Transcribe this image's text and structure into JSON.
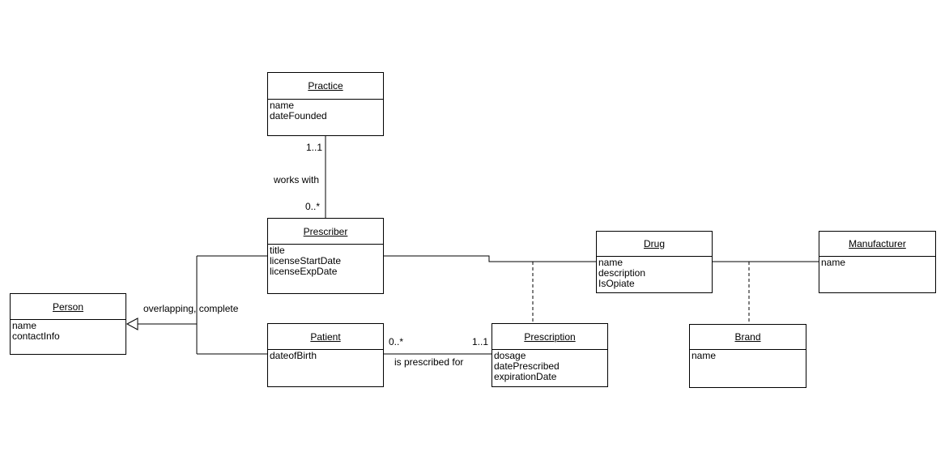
{
  "classes": {
    "practice": {
      "name": "Practice",
      "attributes": [
        "name",
        "dateFounded"
      ]
    },
    "prescriber": {
      "name": "Prescriber",
      "attributes": [
        "title",
        "licenseStartDate",
        "licenseExpDate"
      ]
    },
    "person": {
      "name": "Person",
      "attributes": [
        "name",
        "contactInfo"
      ]
    },
    "patient": {
      "name": "Patient",
      "attributes": [
        "dateofBirth"
      ]
    },
    "prescription": {
      "name": "Prescription",
      "attributes": [
        "dosage",
        "datePrescribed",
        "expirationDate"
      ]
    },
    "drug": {
      "name": "Drug",
      "attributes": [
        "name",
        "description",
        "IsOpiate"
      ]
    },
    "manufacturer": {
      "name": "Manufacturer",
      "attributes": [
        "name"
      ]
    },
    "brand": {
      "name": "Brand",
      "attributes": [
        "name"
      ]
    }
  },
  "associations": {
    "works_with": {
      "label": "works with",
      "practice_mult": "1..1",
      "prescriber_mult": "0..*"
    },
    "is_prescribed_for": {
      "label": "is prescribed for",
      "patient_mult": "0..*",
      "prescription_mult": "1..1"
    },
    "generalization": {
      "label": "overlapping, complete"
    }
  }
}
